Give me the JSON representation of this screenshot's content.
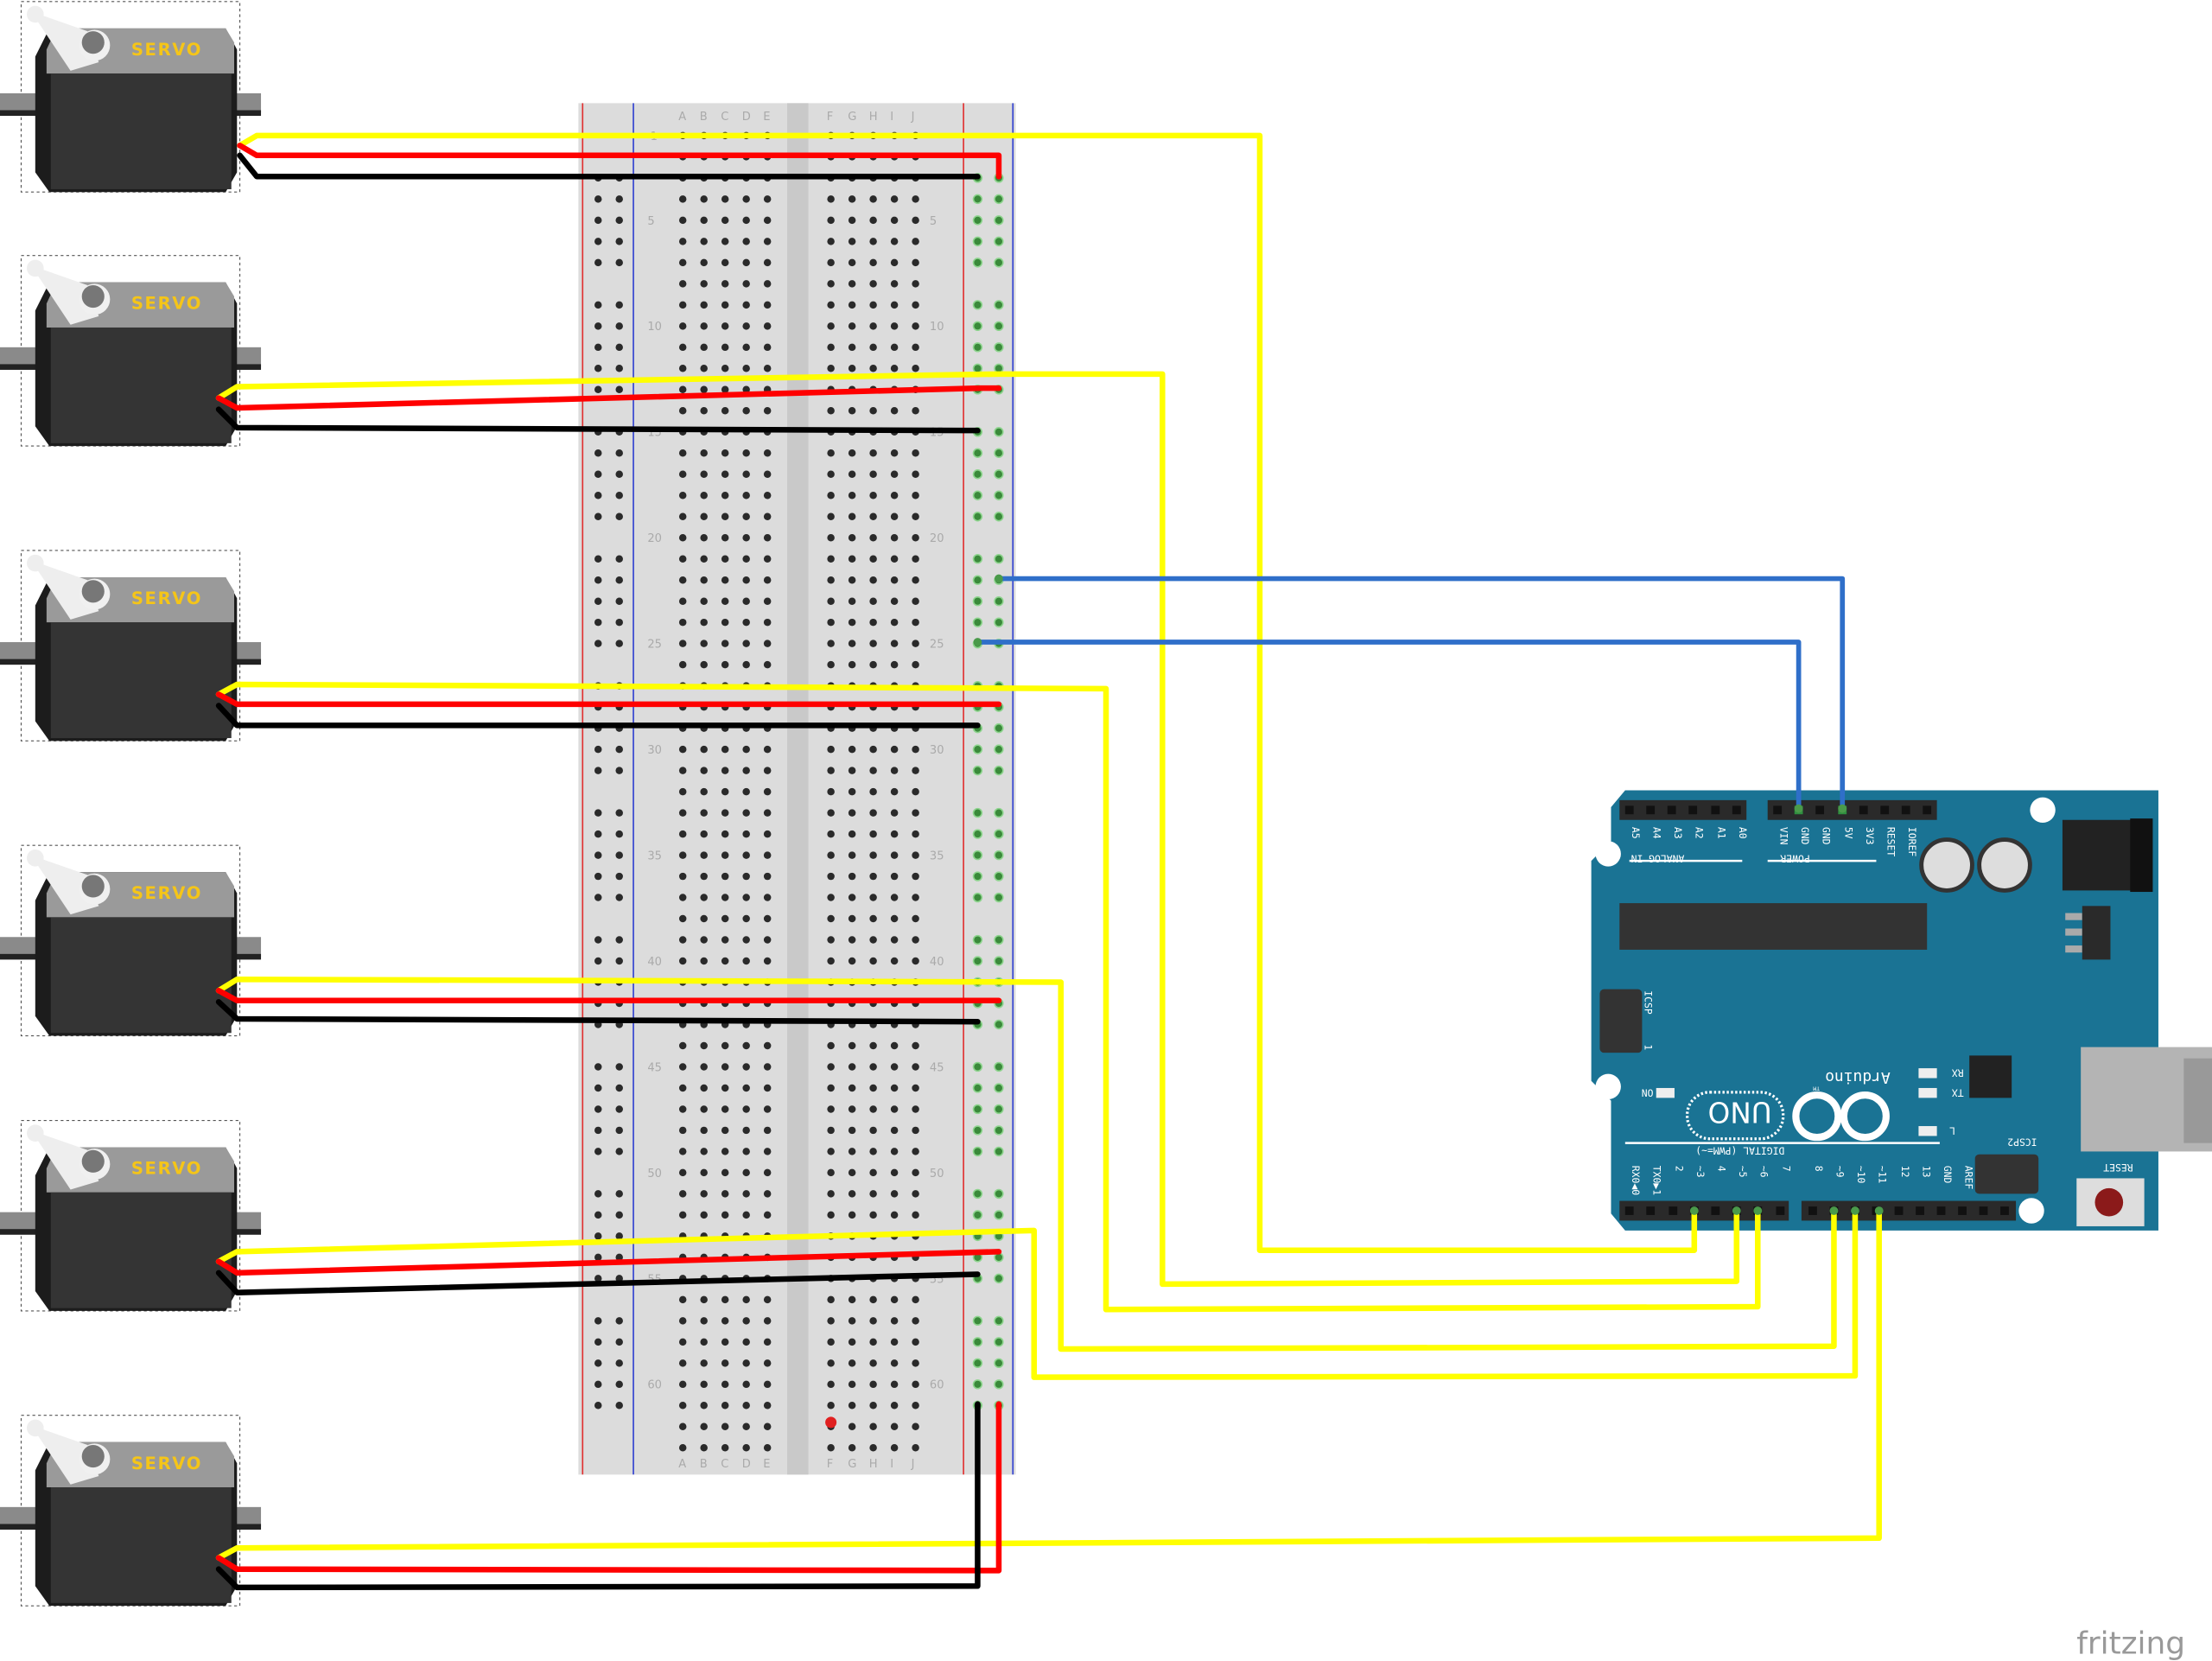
{
  "servo_label": "SERVO",
  "servo_count": 6,
  "breadboard": {
    "columns_left": [
      "A",
      "B",
      "C",
      "D",
      "E"
    ],
    "columns_right": [
      "F",
      "G",
      "H",
      "I",
      "J"
    ],
    "row_labels": [
      "5",
      "10",
      "15",
      "20",
      "25",
      "30",
      "35",
      "40",
      "45",
      "50",
      "55",
      "60"
    ],
    "row_one": "1"
  },
  "arduino": {
    "analog_pins": [
      "A5",
      "A4",
      "A3",
      "A2",
      "A1",
      "A0"
    ],
    "analog_title": "ANALOG IN",
    "power_pins": [
      "VIN",
      "GND",
      "GND",
      "5V",
      "3V3",
      "RESET",
      "IOREF"
    ],
    "power_title": "POWER",
    "icsp": "ICSP",
    "icsp_one": "1",
    "on_label": "ON",
    "model": "UNO",
    "brand": "Arduino",
    "tm": "TM",
    "rx": "RX",
    "tx": "TX",
    "l": "L",
    "digital_title": "DIGITAL (PWM=~)",
    "digital_pins": [
      "RX0◀0",
      "TX0▶1",
      "2",
      "~3",
      "4",
      "~5",
      "~6",
      "7",
      "8",
      "~9",
      "~10",
      "~11",
      "12",
      "13",
      "GND",
      "AREF"
    ],
    "icsp2": "ICSP2",
    "reset": "RESET"
  },
  "watermark": "fritzing",
  "colors": {
    "signal_wire": "#ffff00",
    "power_wire": "#ff0000",
    "ground_wire": "#000000",
    "arduino_wire": "#2f6fc9",
    "board": "#1a7394",
    "breadboard": "#dcdcdc"
  }
}
